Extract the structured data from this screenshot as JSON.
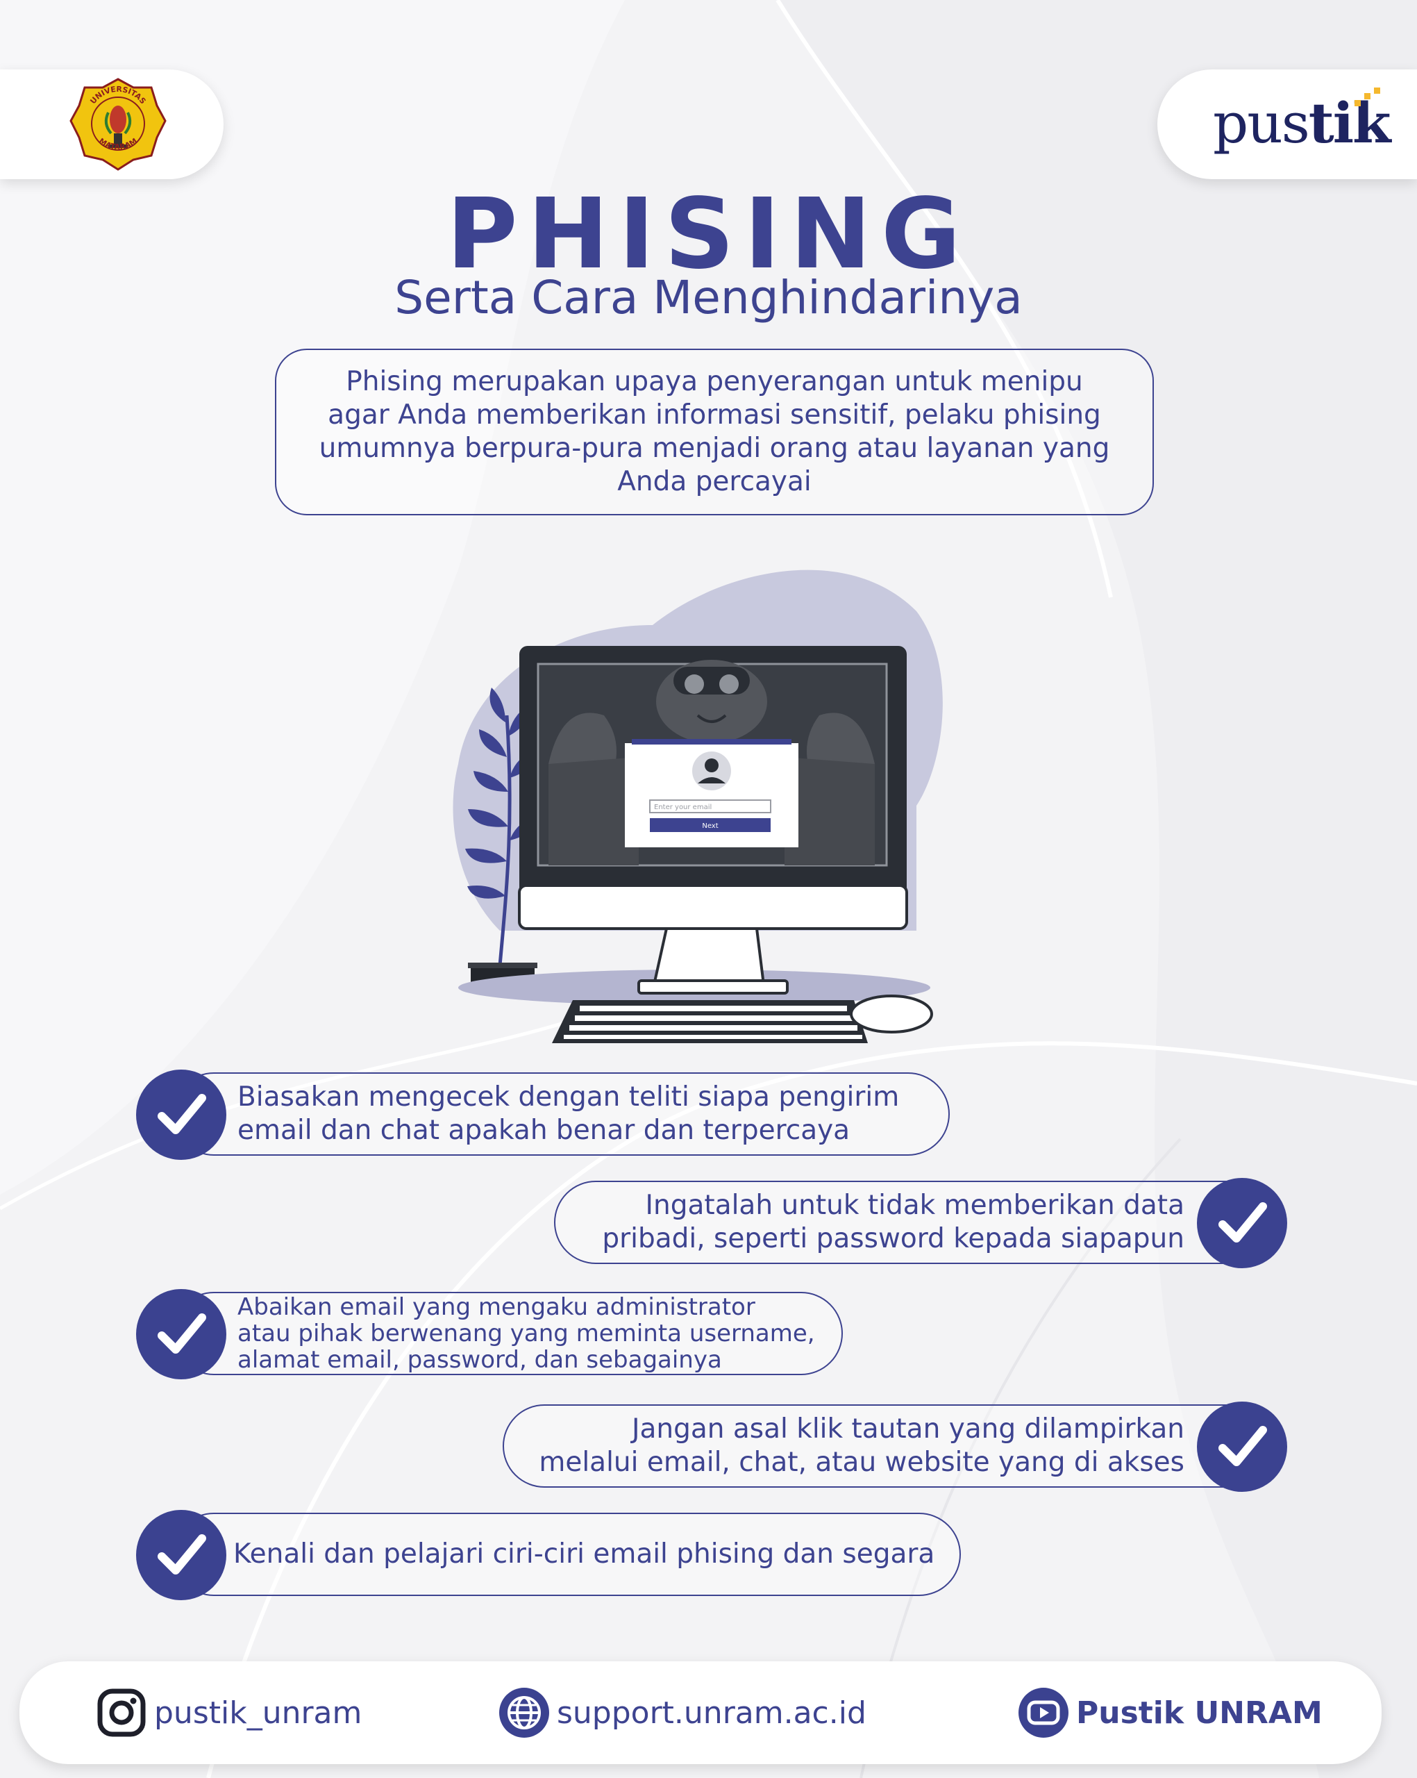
{
  "header": {
    "left_logo": {
      "icon": "unram-seal-icon",
      "top_text": "UNIVERSITAS",
      "bottom_text": "MATARAM"
    },
    "right_logo": {
      "text_regular": "pus",
      "text_bold": "tik",
      "icon": "pustik-logo-icon"
    }
  },
  "title": "PHISING",
  "subtitle": "Serta Cara Menghindarinya",
  "intro": "Phising merupakan upaya penyerangan untuk menipu agar Anda memberikan informasi sensitif, pelaku phising umumnya berpura-pura menjadi orang atau layanan yang Anda percayai",
  "illustration": {
    "email_placeholder": "Enter your email",
    "button_label": "Next"
  },
  "tips": [
    {
      "text_line1": "Biasakan mengecek dengan teliti siapa pengirim",
      "text_line2": "email dan chat apakah benar dan terpercaya",
      "icon": "checkmark-icon"
    },
    {
      "text_line1": "Ingatalah untuk tidak memberikan data",
      "text_line2": "pribadi, seperti password kepada siapapun",
      "icon": "checkmark-icon"
    },
    {
      "text_line1": "Abaikan email yang mengaku administrator",
      "text_line2": "atau pihak berwenang yang meminta username,",
      "text_line3": "alamat email, password, dan sebagainya",
      "icon": "checkmark-icon"
    },
    {
      "text_line1": "Jangan asal klik tautan yang dilampirkan",
      "text_line2": "melalui email, chat, atau website yang di akses",
      "icon": "checkmark-icon"
    },
    {
      "text_line1": "Kenali dan pelajari ciri-ciri email phising dan segara",
      "icon": "checkmark-icon"
    }
  ],
  "footer": {
    "instagram": {
      "icon": "instagram-icon",
      "label": "pustik_unram"
    },
    "website": {
      "icon": "globe-icon",
      "label": "support.unram.ac.id"
    },
    "youtube": {
      "icon": "youtube-icon",
      "label": "Pustik UNRAM"
    }
  },
  "colors": {
    "primary": "#3d4390",
    "background": "#f3f3f5",
    "blob": "#c8c9de",
    "monitor": "#2a2e35"
  }
}
